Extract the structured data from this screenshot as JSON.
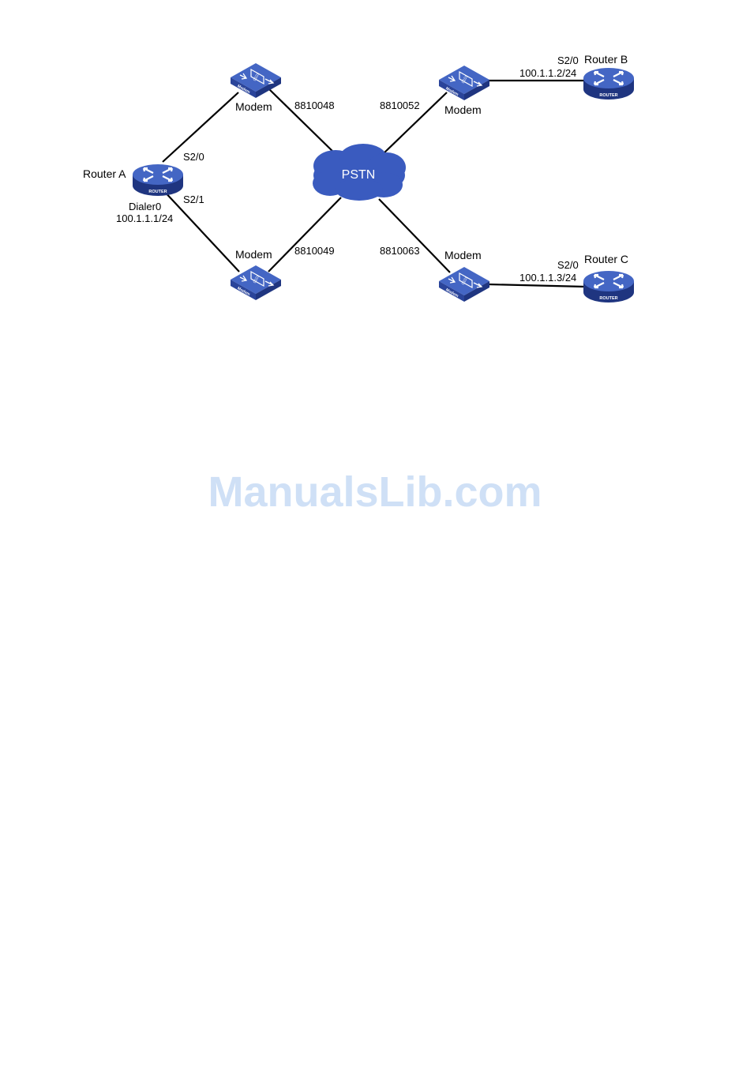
{
  "diagram": {
    "routers": {
      "a": {
        "name": "Router A",
        "badge": "ROUTER"
      },
      "b": {
        "name": "Router B",
        "badge": "ROUTER"
      },
      "c": {
        "name": "Router C",
        "badge": "ROUTER"
      }
    },
    "router_a_interfaces": {
      "s20": "S2/0",
      "s21": "S2/1",
      "dialer": "Dialer0",
      "dialer_ip": "100.1.1.1/24"
    },
    "router_b_interface": {
      "port": "S2/0",
      "ip": "100.1.1.2/24"
    },
    "router_c_interface": {
      "port": "S2/0",
      "ip": "100.1.1.3/24"
    },
    "modems": {
      "top_left": {
        "label": "Modem",
        "badge": "Modem",
        "face": "0101"
      },
      "bottom_left": {
        "label": "Modem",
        "badge": "Modem",
        "face": "0101"
      },
      "top_right": {
        "label": "Modem",
        "badge": "Modem",
        "face": "0101"
      },
      "bottom_right": {
        "label": "Modem",
        "badge": "Modem",
        "face": "0101"
      }
    },
    "phone_numbers": {
      "top_left": "8810048",
      "bottom_left": "8810049",
      "top_right": "8810052",
      "bottom_right": "8810063"
    },
    "cloud": {
      "label": "PSTN"
    },
    "colors": {
      "device_fill": "#2e4ea6",
      "device_dark": "#1f3580",
      "device_light": "#5c7cd1",
      "cloud_fill": "#3a5bbf",
      "link": "#000000",
      "watermark": "#cfe0f6"
    }
  },
  "watermark": "ManualsLib.com"
}
